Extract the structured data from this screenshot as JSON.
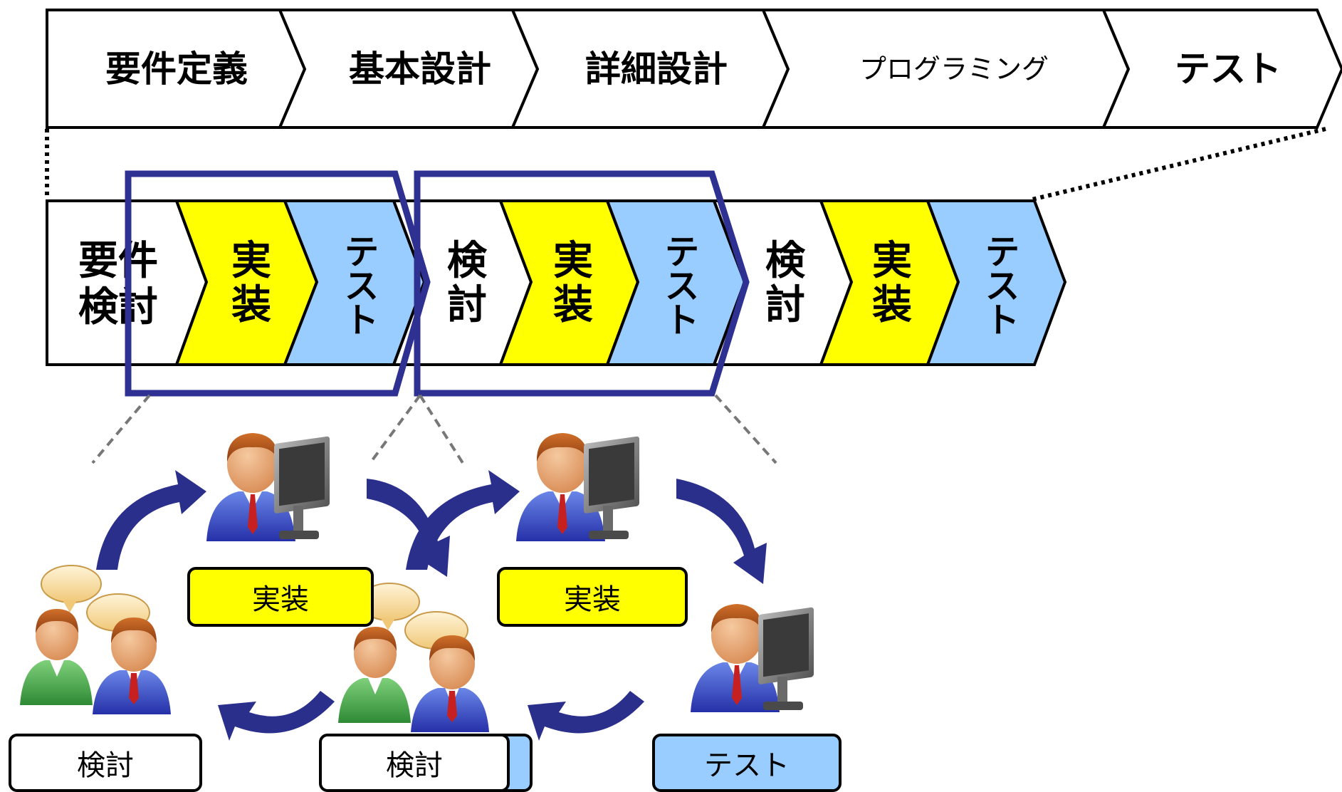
{
  "phases": [
    "要件定義",
    "基本設計",
    "詳細設計",
    "プログラミング",
    "テスト"
  ],
  "iterations": [
    {
      "label": "要件\n検討",
      "color": "#ffffff"
    },
    {
      "label": "実装",
      "color": "#ffff00"
    },
    {
      "label": "テスト",
      "color": "#99ccff"
    },
    {
      "label": "検討",
      "color": "#ffffff"
    },
    {
      "label": "実装",
      "color": "#ffff00"
    },
    {
      "label": "テスト",
      "color": "#99ccff"
    },
    {
      "label": "検討",
      "color": "#ffffff"
    },
    {
      "label": "実装",
      "color": "#ffff00"
    },
    {
      "label": "テスト",
      "color": "#99ccff"
    }
  ],
  "activity_labels": {
    "kento_1": "検討",
    "jisso_1": "実装",
    "kento_2": "検討",
    "jisso_2": "実装",
    "test_1": "テスト"
  },
  "colors": {
    "impl": "#ffff00",
    "test": "#99ccff",
    "highlight": "#2e3192",
    "arrow": "#2b2f8c"
  },
  "icons": [
    "discussion-people-icon",
    "developer-at-computer-icon",
    "curved-arrow-icon",
    "speech-bubble-icon"
  ]
}
